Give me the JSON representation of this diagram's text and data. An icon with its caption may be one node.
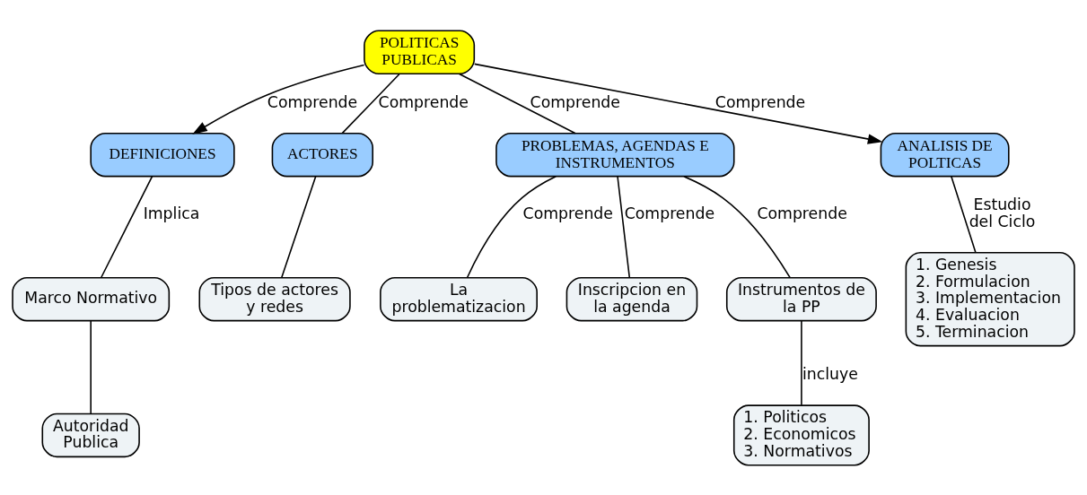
{
  "diagram": {
    "nodes": [
      {
        "text": [
          "POLITICAS PUBLICAS"
        ]
      },
      {
        "text": [
          "DEFINICIONES"
        ]
      },
      {
        "text": [
          "ACTORES"
        ]
      },
      {
        "text": [
          "PROBLEMAS, AGENDAS E INSTRUMENTOS"
        ]
      },
      {
        "text": [
          "ANALISIS DE POLTICAS"
        ]
      },
      {
        "text": [
          "Marco Normativo"
        ]
      },
      {
        "text": [
          "Tipos de actores y redes"
        ]
      },
      {
        "text": [
          "La problematizacion"
        ]
      },
      {
        "text": [
          "Inscripcion en la agenda"
        ]
      },
      {
        "text": [
          "Instrumentos de la PP"
        ]
      },
      {
        "text": [
          "Autoridad Publica"
        ]
      },
      {
        "text": [
          "1. Politicos",
          "2. Economicos",
          "3. Normativos"
        ]
      },
      {
        "text": [
          "1. Genesis",
          "2. Formulacion",
          "3. Implementacion",
          "4. Evaluacion",
          "5. Terminacion"
        ]
      }
    ],
    "edges": [
      {
        "from": 0,
        "to": 1,
        "arrow": "to",
        "label": "Comprende"
      },
      {
        "from": 0,
        "to": 2,
        "arrow": "none",
        "label": "Comprende"
      },
      {
        "from": 0,
        "to": 3,
        "arrow": "none",
        "label": "Comprende"
      },
      {
        "from": 0,
        "to": 4,
        "arrow": "to",
        "label": "Comprende"
      },
      {
        "from": 1,
        "to": 5,
        "arrow": "none",
        "label": "Implica"
      },
      {
        "from": 2,
        "to": 6,
        "arrow": "none"
      },
      {
        "from": 3,
        "to": 7,
        "arrow": "none",
        "label": "Comprende"
      },
      {
        "from": 3,
        "to": 8,
        "arrow": "none",
        "label": "Comprende"
      },
      {
        "from": 3,
        "to": 9,
        "arrow": "none",
        "label": "Comprende"
      },
      {
        "from": 4,
        "to": 12,
        "arrow": "none",
        "label": "Estudio del Ciclo"
      },
      {
        "from": 5,
        "to": 10,
        "arrow": "none"
      },
      {
        "from": 9,
        "to": 11,
        "arrow": "none",
        "label": "incluye"
      }
    ]
  }
}
